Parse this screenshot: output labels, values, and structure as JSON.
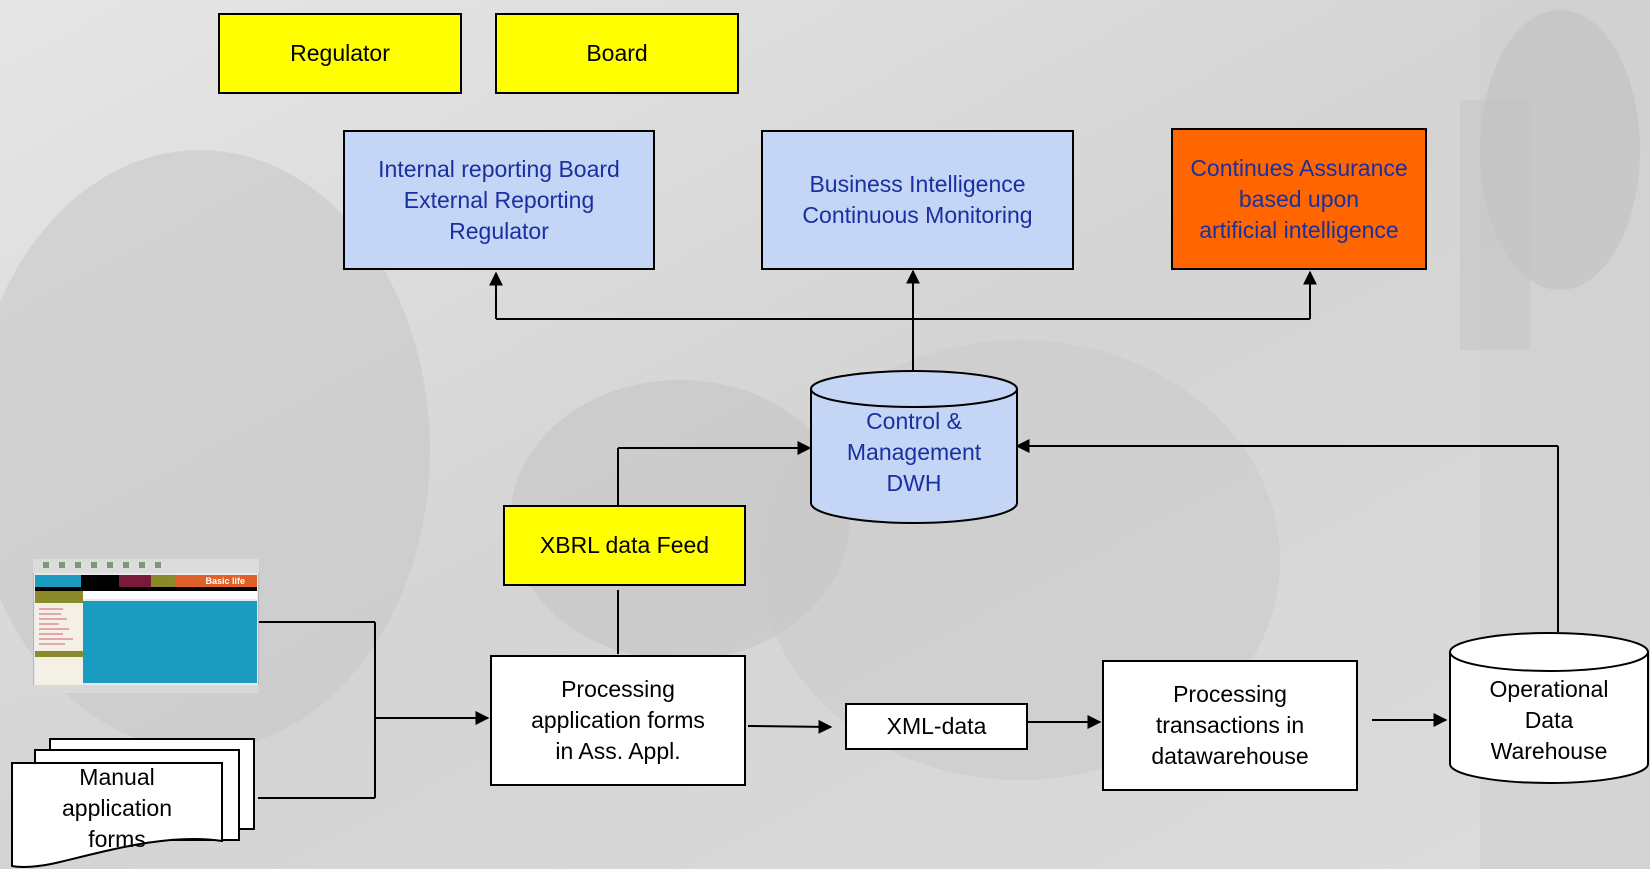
{
  "top_boxes": {
    "regulator": "Regulator",
    "board": "Board"
  },
  "outputs": {
    "internal_reporting": "Internal reporting Board\nExternal Reporting\nRegulator",
    "business_intelligence": "Business Intelligence\nContinuous Monitoring",
    "continuous_assurance": "Continues Assurance\nbased upon\nartificial intelligence"
  },
  "dwh": {
    "label": "Control &\nManagement\nDWH"
  },
  "xbrl_feed": "XBRL data Feed",
  "processing_forms": "Processing\napplication forms\nin Ass. Appl.",
  "xml_data": "XML-data",
  "processing_transactions": "Processing\ntransactions in\ndatawarehouse",
  "operational_dwh": "Operational\nData\nWarehouse",
  "manual_forms": "Manual\napplication\nforms",
  "screenshot_thumb": {
    "brand": "Basic life"
  },
  "colors": {
    "yellow": "#ffff00",
    "light_blue": "#c5d5f5",
    "orange": "#ff6600",
    "text_blue": "#1a2fa0"
  }
}
